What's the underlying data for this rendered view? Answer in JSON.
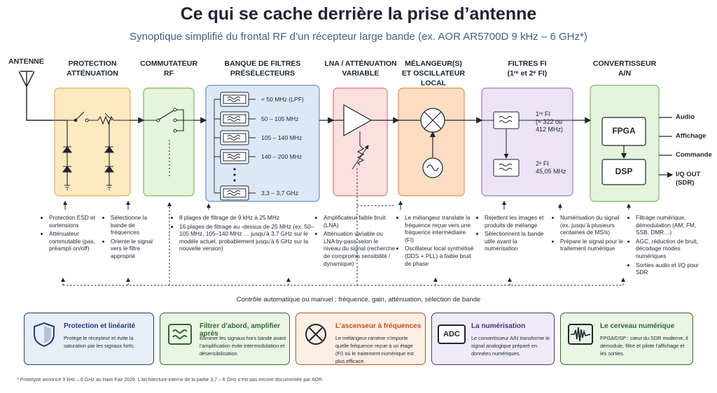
{
  "title": "Ce qui se cache derrière la prise d’antenne",
  "subtitle": "Synoptique simplifié du frontal RF d’un récepteur large bande (ex. AOR AR5700D 9 kHz – 6 GHz*)",
  "antenna_label": "ANTENNE",
  "stages": [
    {
      "title": "PROTECTION\nATTÉNUATION"
    },
    {
      "title": "COMMUTATEUR\nRF"
    },
    {
      "title": "BANQUE DE FILTRES\nPRÉSÉLECTEURS"
    },
    {
      "title": "LNA / ATTÉNUATION\nVARIABLE"
    },
    {
      "title": "MÉLANGEUR(S)\nET OSCILLATEUR LOCAL"
    },
    {
      "title": "FILTRES FI\n(1ʳᵉ et 2ᵉ FI)"
    },
    {
      "title": "CONVERTISSEUR\nA/N"
    }
  ],
  "filter_bank": [
    "< 50 MHz (LPF)",
    "50 – 105 MHz",
    "105 – 140 MHz",
    "140 – 200 MHz",
    "3,3 – 3,7 GHz"
  ],
  "if_filters": {
    "first": "1ʳᵉ FI\n(≈ 322 ou\n412 MHz)",
    "second": "2ᵉ FI\n45,05 MHz"
  },
  "adc_blocks": {
    "fpga": "FPGA",
    "dsp": "DSP"
  },
  "outputs": [
    "Audio",
    "Affichage",
    "Commande",
    "I/Q OUT\n(SDR)"
  ],
  "descriptions": {
    "protection": [
      "Protection ESD et surtensions",
      "Atténuateur commutable (pas, préampli on/off)"
    ],
    "switch": [
      "Sélectionne la bande de fréquences",
      "Oriente le signal vers le filtre approprié"
    ],
    "filters": [
      "8 plages de filtrage de 9 kHz à 25 MHz",
      "16 plages de filtrage au -dessus de 25 MHz (ex. 50–105 MHz, 105–140 MHz … jusqu’à 3,7 GHz sur le modèle actuel, probablement jusqu’à 6 GHz sur la nouvelle version)"
    ],
    "lna": [
      "Amplificateur faible bruit (LNA)",
      "Atténuation variable ou LNA by-pass selon le niveau du signal (recherche de compromis sensibilité / dynamique)"
    ],
    "mixer": [
      "Le mélangeur translate la fréquence reçue vers une fréquence intermédiaire (FI)",
      "Oscillateur local synthétisé (DDS + PLL) à faible bruit de phase"
    ],
    "if": [
      "Rejettent les images et produits de mélange",
      "Sélectionnent la bande utile avant la numérisation"
    ],
    "adc": [
      "Numérisation du signal (ex. jusqu’à plusieurs centaines de MS/s)",
      "Prépare le signal pour le traitement numérique"
    ],
    "dsp": [
      "Filtrage numérique, démodulation (AM, FM, SSB, DMR…)",
      "AGC, réduction de bruit, décodage modes numériques",
      "Sorties audio et I/Q pour SDR"
    ]
  },
  "control_text": "Contrôle automatique ou manuel : fréquence, gain, atténuation, sélection de bande",
  "cards": [
    {
      "title": "Protection et linéarité",
      "text": "Protège le récepteur et évite la saturation par les signaux forts.",
      "color": "#1f3f7a",
      "icon": "shield-icon"
    },
    {
      "title": "Filtrer d’abord, amplifier après",
      "text": "Éliminer les signaux hors bande avant l’amplification évite intermodulation et désensibilisation.",
      "color": "#2d6b2f",
      "icon": "filter-icon"
    },
    {
      "title": "L’ascenseur à fréquences",
      "text": "Le mélangeur ramène n’importe quelle fréquence reçue à un étage (FI) où le traitement numérique est plus efficace.",
      "color": "#c0501c",
      "icon": "mixer-icon"
    },
    {
      "title": "La numérisation",
      "text": "Le convertisseur A/N transforme le signal analogique préparé en données numériques.",
      "color": "#4f2f7a",
      "icon": "adc-icon",
      "icon_text": "ADC"
    },
    {
      "title": "Le cerveau numérique",
      "text": "FPGA/DSP : cœur du SDR moderne, il démodule, filtre et pilote l’affichage et les sorties.",
      "color": "#2d6b2f",
      "icon": "waveform-icon"
    }
  ],
  "footnote": "* Prototype annoncé 9 kHz – 6 GHz au Ham Fair 2026. L’architecture interne de la partie 3,7 – 6 GHz n’est pas encore documentée par AOR."
}
